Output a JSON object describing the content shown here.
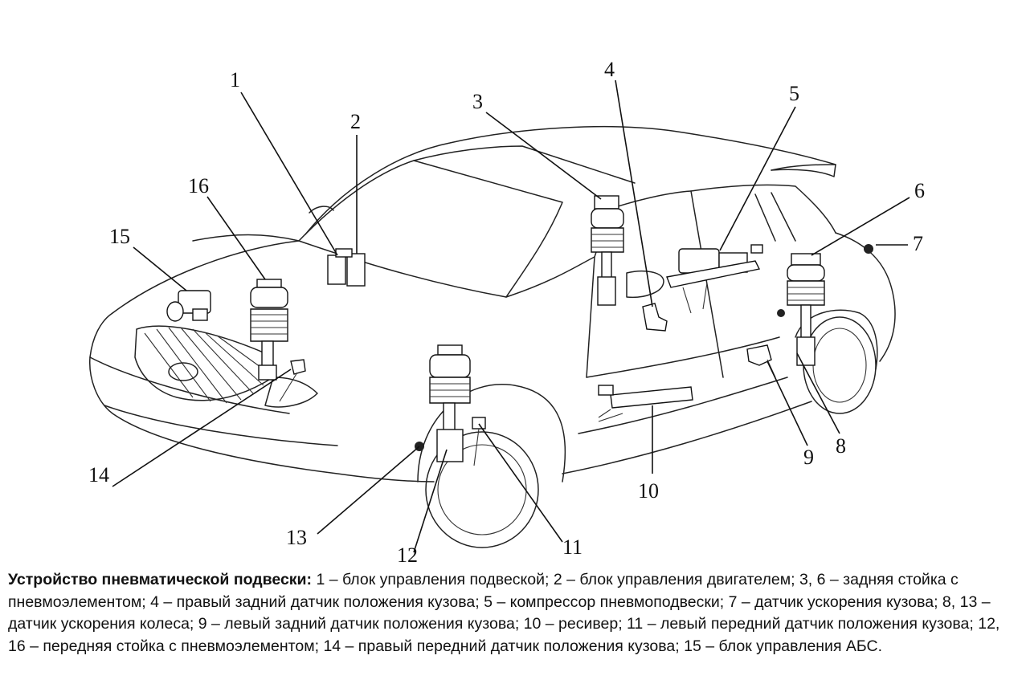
{
  "diagram": {
    "labels": {
      "l1": "1",
      "l2": "2",
      "l3": "3",
      "l4": "4",
      "l5": "5",
      "l6": "6",
      "l7": "7",
      "l8": "8",
      "l9": "9",
      "l10": "10",
      "l11": "11",
      "l12": "12",
      "l13": "13",
      "l14": "14",
      "l15": "15",
      "l16": "16"
    }
  },
  "caption": {
    "title": "Устройство пневматической подвески:",
    "text": " 1 – блок управления подвеской; 2 – блок управления двигателем; 3, 6 – задняя стойка с пневмоэлементом; 4 – правый задний датчик положения кузова; 5 – компрессор пневмоподвески; 7 – датчик ускорения кузова; 8, 13 – датчик ускорения колеса; 9 – левый задний датчик положения кузова; 10 – ресивер; 11 – левый передний датчик положения кузова; 12, 16 – передняя стойка с пневмоэлементом; 14 – правый передний датчик положения кузова; 15 – блок управления АБС."
  }
}
